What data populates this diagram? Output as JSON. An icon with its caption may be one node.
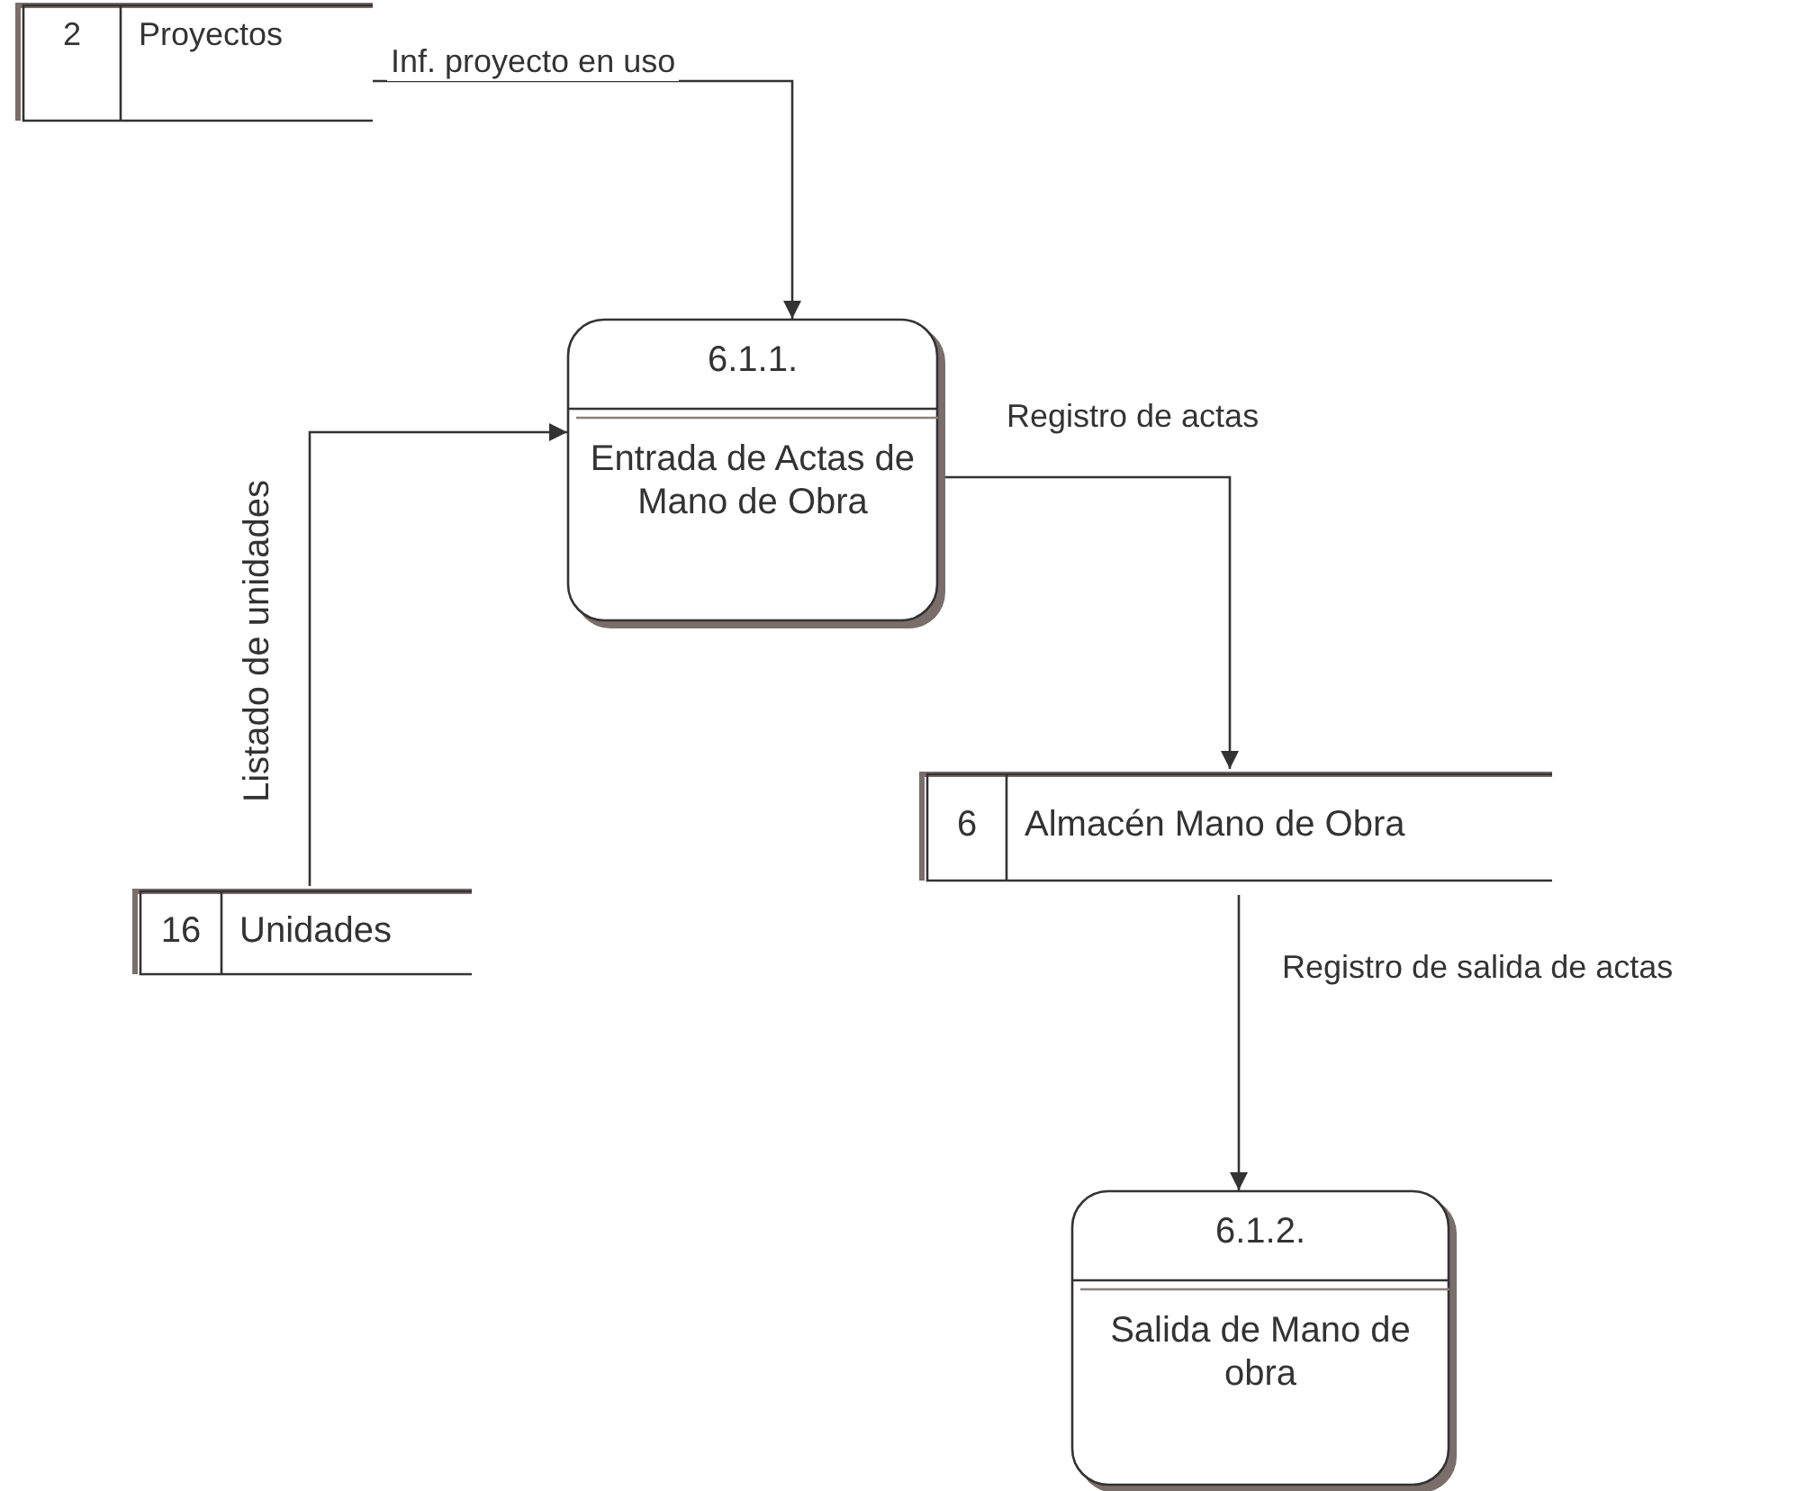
{
  "diagram": {
    "nodes": [
      {
        "text": [
          "2",
          "Proyectos"
        ]
      },
      {
        "text": [
          "6.1.1.",
          "Entrada de Actas de Mano de Obra"
        ]
      },
      {
        "text": [
          "16",
          "Unidades"
        ]
      },
      {
        "text": [
          "6",
          "Almacén Mano de Obra"
        ]
      },
      {
        "text": [
          "6.1.2.",
          "Salida de Mano de obra"
        ]
      }
    ],
    "edges": [
      {
        "from": 0,
        "to": 1,
        "arrow": "to",
        "label": "Inf. proyecto en uso"
      },
      {
        "from": 2,
        "to": 1,
        "arrow": "to",
        "label": "Listado de unidades"
      },
      {
        "from": 1,
        "to": 3,
        "arrow": "to",
        "label": "Registro de actas"
      },
      {
        "from": 3,
        "to": 4,
        "arrow": "to",
        "label": "Registro de salida de actas"
      }
    ]
  }
}
